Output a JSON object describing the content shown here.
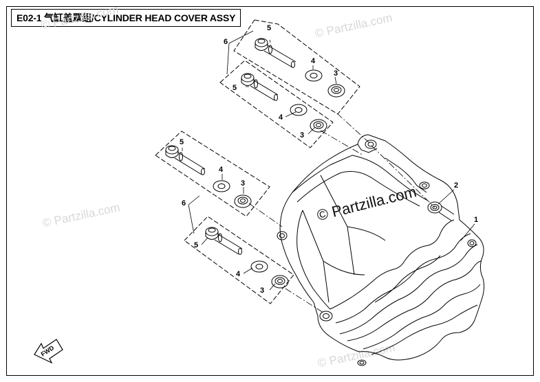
{
  "title": "E02-1 气缸盖罩组/CYLINDER HEAD COVER ASSY",
  "watermark": "© Partzilla.com",
  "fwd_label": "FWD",
  "callouts": {
    "c1": "1",
    "c2": "2",
    "c3": "3",
    "c4": "4",
    "c5": "5",
    "c6": "6"
  }
}
